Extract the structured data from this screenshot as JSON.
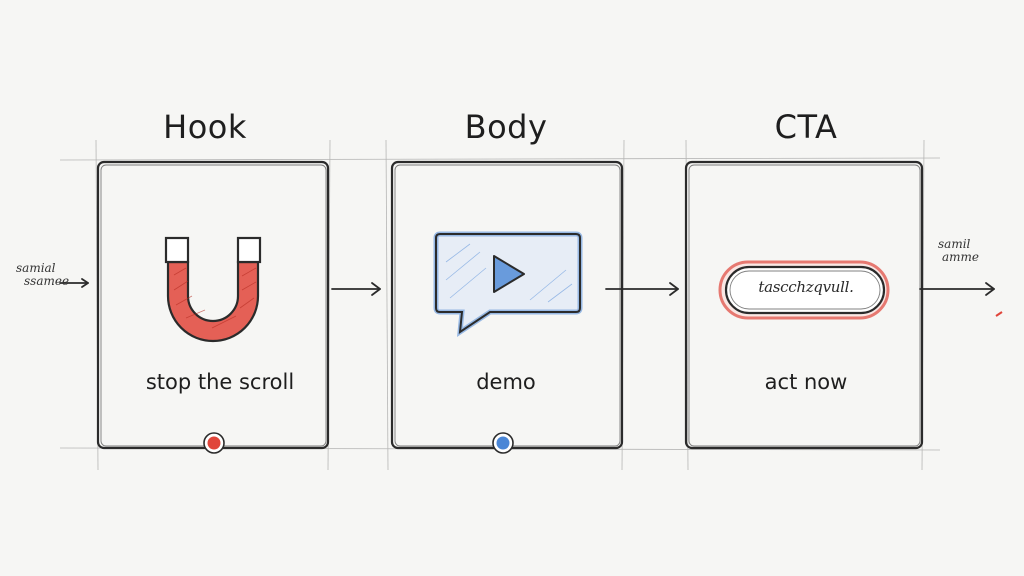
{
  "stages": [
    {
      "title": "Hook",
      "caption": "stop the scroll",
      "icon": "magnet-icon",
      "accent": "#e0453a"
    },
    {
      "title": "Body",
      "caption": "demo",
      "icon": "video-play-icon",
      "accent": "#4a86d6"
    },
    {
      "title": "CTA",
      "caption": "act now",
      "icon": "button-icon",
      "accent": "#e0453a"
    }
  ],
  "cta_button_text": "tascchzqvull.",
  "input_scribble": {
    "line1": "samial",
    "line2": "ssamee"
  },
  "output_scribble": {
    "line1": "samil",
    "line2": "amme"
  }
}
